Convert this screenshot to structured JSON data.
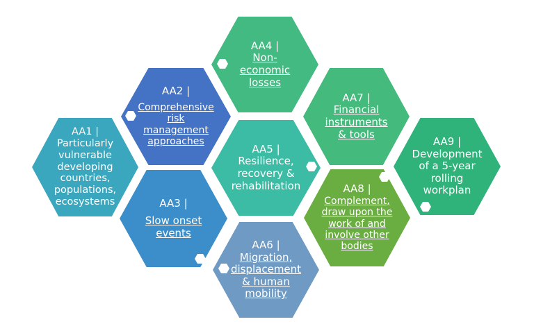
{
  "diagram": {
    "items": [
      {
        "id": "aa1",
        "code": "AA1 |",
        "label": "Particularly vulnerable developing countries, populations, ecosystems",
        "linked": false,
        "color": "#3aa7bf"
      },
      {
        "id": "aa2",
        "code": "AA2 |",
        "label": "Comprehensive risk management approaches",
        "linked": true,
        "color": "#4472c4"
      },
      {
        "id": "aa3",
        "code": "AA3 |",
        "label": "Slow onset events",
        "linked": true,
        "color": "#3b8ec9"
      },
      {
        "id": "aa4",
        "code": "AA4 |",
        "label": "Non-economic losses",
        "linked": true,
        "color": "#44ba83"
      },
      {
        "id": "aa5",
        "code": "AA5 |",
        "label": "Resilience, recovery & rehabilitation",
        "linked": false,
        "color": "#3dbca5"
      },
      {
        "id": "aa6",
        "code": "AA6 |",
        "label": "Migration, displacement & human mobility",
        "linked": true,
        "color": "#6e9ac4"
      },
      {
        "id": "aa7",
        "code": "AA7 |",
        "label": "Financial instruments & tools",
        "linked": true,
        "color": "#44ba7c"
      },
      {
        "id": "aa8",
        "code": "AA8 |",
        "label": "Complement, draw upon the work of and involve other bodies",
        "linked": true,
        "color": "#6aae41"
      },
      {
        "id": "aa9",
        "code": "AA9 |",
        "label": "Development of a 5-year rolling workplan",
        "linked": false,
        "color": "#2fb37a"
      }
    ]
  }
}
